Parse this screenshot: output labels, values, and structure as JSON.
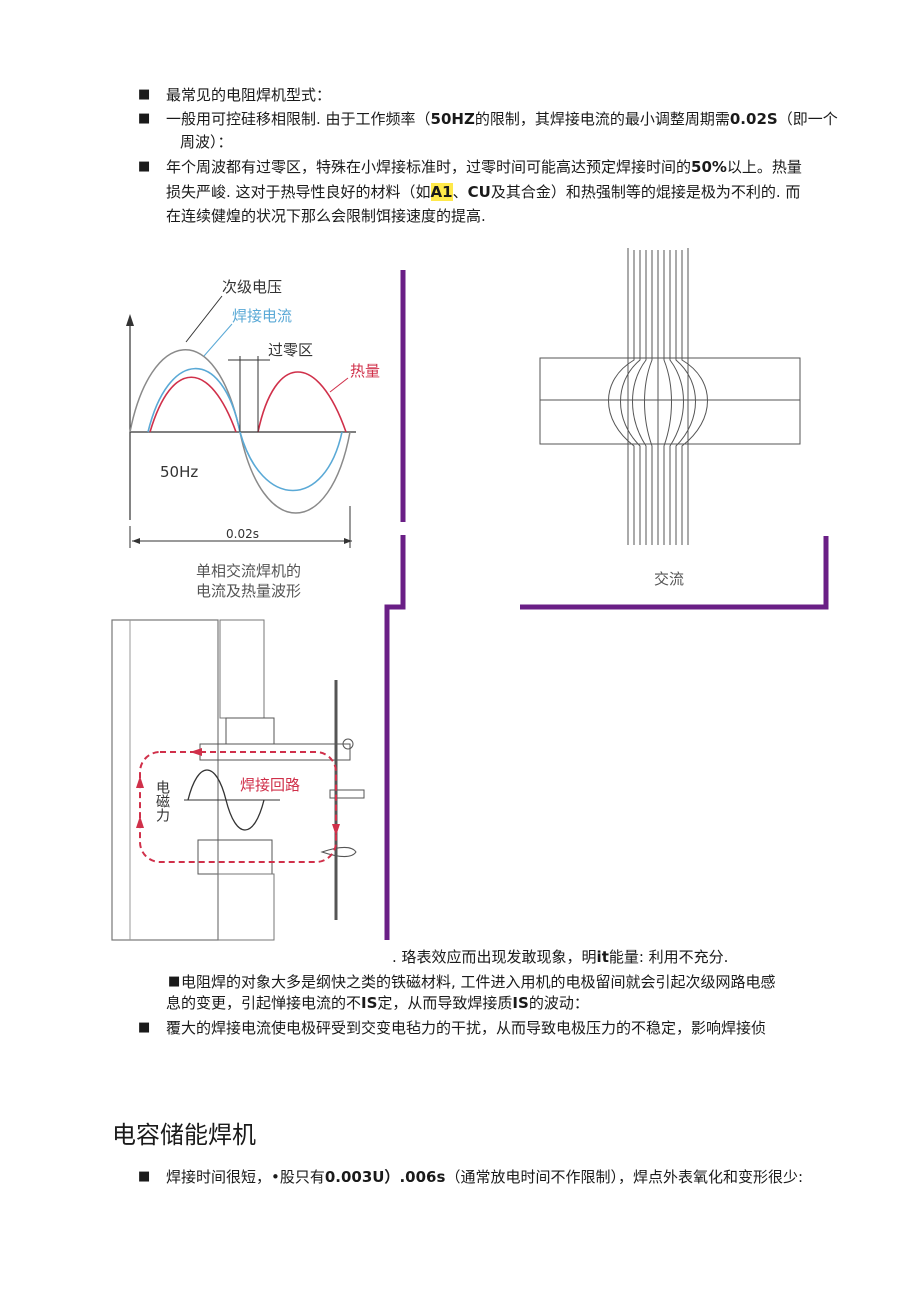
{
  "bullet_symbol": "■",
  "intro": {
    "item1": "最常见的电阻焊机型式：",
    "item2_a": "一般用可控硅移相限制. 由于工作频率（",
    "item2_b": "50HZ",
    "item2_c": "的限制，其焊接电流的最小调整周期需",
    "item2_d": "0.02S",
    "item2_e": "（即一个",
    "item2_cont": "周波）：",
    "item3_a": "年个周波都有过零区，特殊在小焊接标准时，过零时间可能高达预定焊接时间的",
    "item3_b": "50%",
    "item3_c": "以上。热量",
    "item3_line2_a": "损失严峻. 这对于热导性良好的材料（如",
    "item3_line2_b": "A1",
    "item3_line2_c": "、",
    "item3_line2_d": "CU",
    "item3_line2_e": "及其合金）和热强制等的焜接是极为不利的. 而",
    "item3_line3": "在连续健煌的状况下那么会限制饵接速度的提高."
  },
  "figure_wave": {
    "secondary_voltage": "次级电压",
    "weld_current": "焊接电流",
    "zero_zone": "过零区",
    "heat": "热量",
    "freq": "50Hz",
    "period": "0.02s",
    "caption_line1": "单相交流焊机的",
    "caption_line2": "电流及热量波形"
  },
  "figure_flux": {
    "label": "交流"
  },
  "figure_loop": {
    "em_force": "电磁力",
    "weld_loop": "焊接回路"
  },
  "after_figure": {
    "line1_a": ". 珞表效应而出现发敢现象，明",
    "line1_b": "it",
    "line1_c": "能量: 利用不充分.",
    "item4_a": "电阻焊的对象大多是纲快之类的铁磁材料, 工件进入用机的电极留间就会引起次级网路电感",
    "item4_line2_a": "息的变更，引起惮接电流的不",
    "item4_line2_b": "IS",
    "item4_line2_c": "定，从而导致焊接质",
    "item4_line2_d": "IS",
    "item4_line2_e": "的波动：",
    "item5": "覆大的焊接电流使电极砰受到交变电毡力的干扰，从而导致电极压力的不稳定，影响焊接侦"
  },
  "section2": {
    "heading": "电容储能焊机",
    "item1_a": "焊接时间很短，•股只有",
    "item1_b": "0.003U）.006s",
    "item1_c": "（通常放电时间不作限制），焊点外表氧化和变形很少:"
  },
  "colors": {
    "purple": "#6a1f86",
    "blue_curve": "#5aa9d6",
    "red_curve": "#d0304a",
    "gray_curve": "#8a8a8a",
    "highlight": "#ffe94a"
  }
}
